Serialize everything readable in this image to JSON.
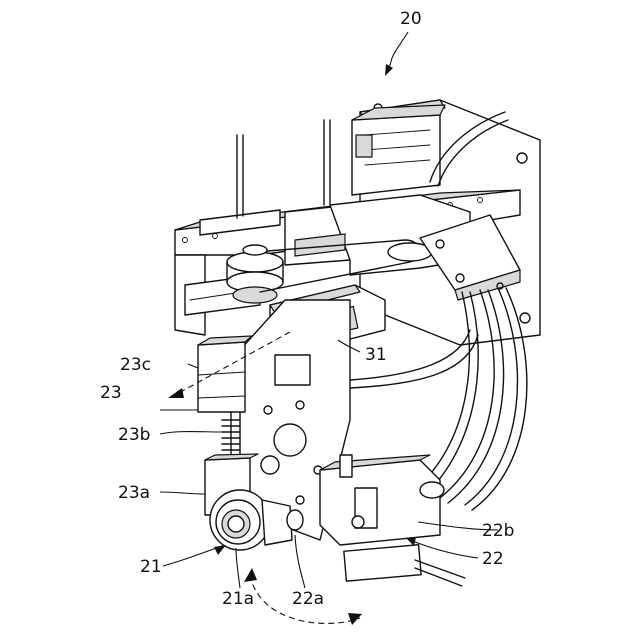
{
  "labels": {
    "ref_20": "20",
    "ref_23c": "23c",
    "ref_23": "23",
    "ref_23b": "23b",
    "ref_23a": "23a",
    "ref_21": "21",
    "ref_21a": "21a",
    "ref_22a": "22a",
    "ref_22": "22",
    "ref_22b": "22b",
    "ref_31": "31"
  }
}
